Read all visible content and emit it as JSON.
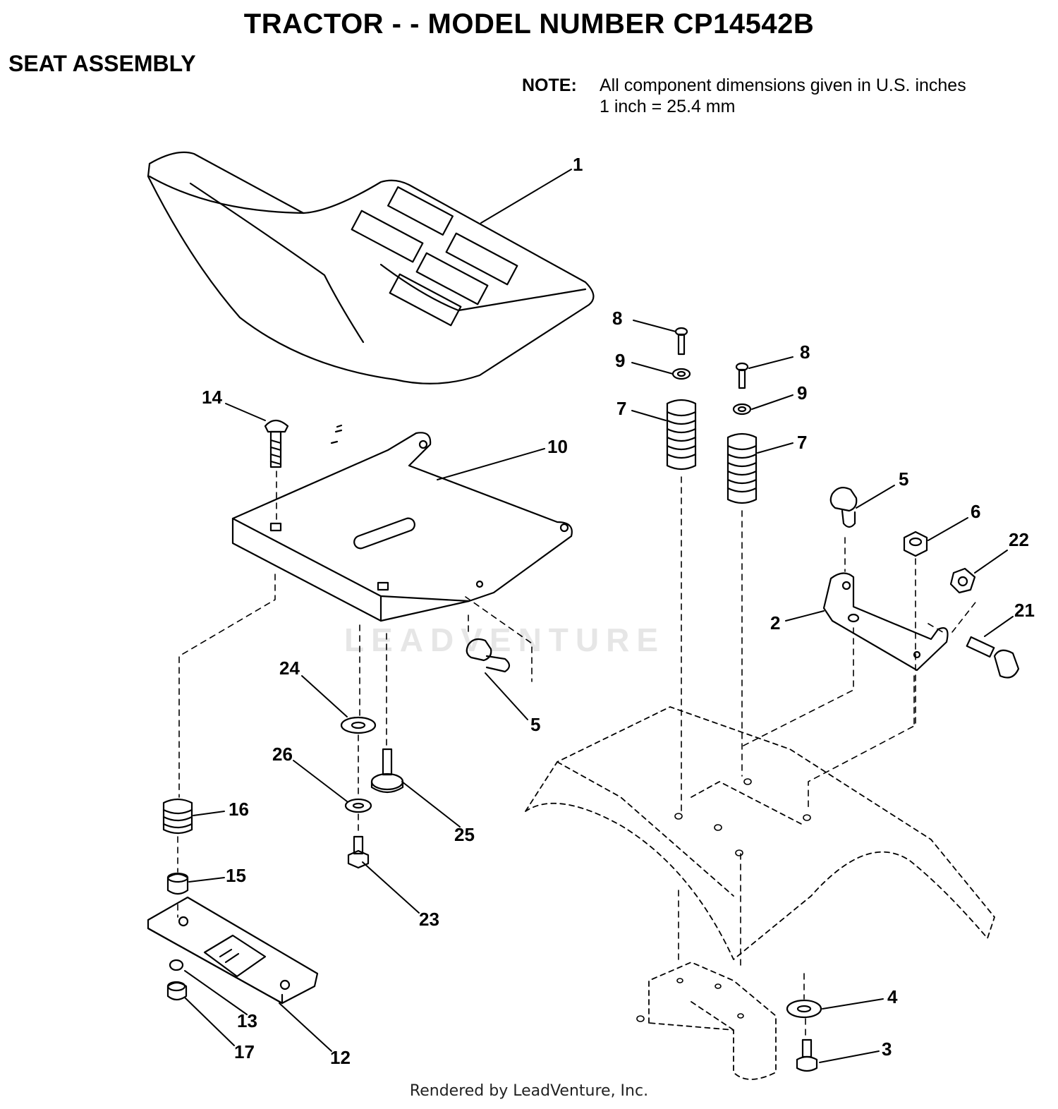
{
  "header": {
    "title": "TRACTOR - - MODEL NUMBER CP14542B",
    "subtitle": "SEAT ASSEMBLY",
    "note_label": "NOTE:",
    "note_line1": "All component dimensions given in U.S. inches",
    "note_line2": "1 inch = 25.4 mm"
  },
  "watermark": "LEADVENTURE",
  "footer": "Rendered by LeadVenture, Inc.",
  "callouts": [
    {
      "id": "c1",
      "label": "1"
    },
    {
      "id": "c14",
      "label": "14"
    },
    {
      "id": "c10",
      "label": "10"
    },
    {
      "id": "c8a",
      "label": "8"
    },
    {
      "id": "c9a",
      "label": "9"
    },
    {
      "id": "c7a",
      "label": "7"
    },
    {
      "id": "c8b",
      "label": "8"
    },
    {
      "id": "c9b",
      "label": "9"
    },
    {
      "id": "c7b",
      "label": "7"
    },
    {
      "id": "c5a",
      "label": "5"
    },
    {
      "id": "c6",
      "label": "6"
    },
    {
      "id": "c22",
      "label": "22"
    },
    {
      "id": "c2",
      "label": "2"
    },
    {
      "id": "c21",
      "label": "21"
    },
    {
      "id": "c5b",
      "label": "5"
    },
    {
      "id": "c24",
      "label": "24"
    },
    {
      "id": "c26",
      "label": "26"
    },
    {
      "id": "c25",
      "label": "25"
    },
    {
      "id": "c16",
      "label": "16"
    },
    {
      "id": "c15",
      "label": "15"
    },
    {
      "id": "c23",
      "label": "23"
    },
    {
      "id": "c13",
      "label": "13"
    },
    {
      "id": "c17",
      "label": "17"
    },
    {
      "id": "c12",
      "label": "12"
    },
    {
      "id": "c4",
      "label": "4"
    },
    {
      "id": "c3",
      "label": "3"
    }
  ]
}
